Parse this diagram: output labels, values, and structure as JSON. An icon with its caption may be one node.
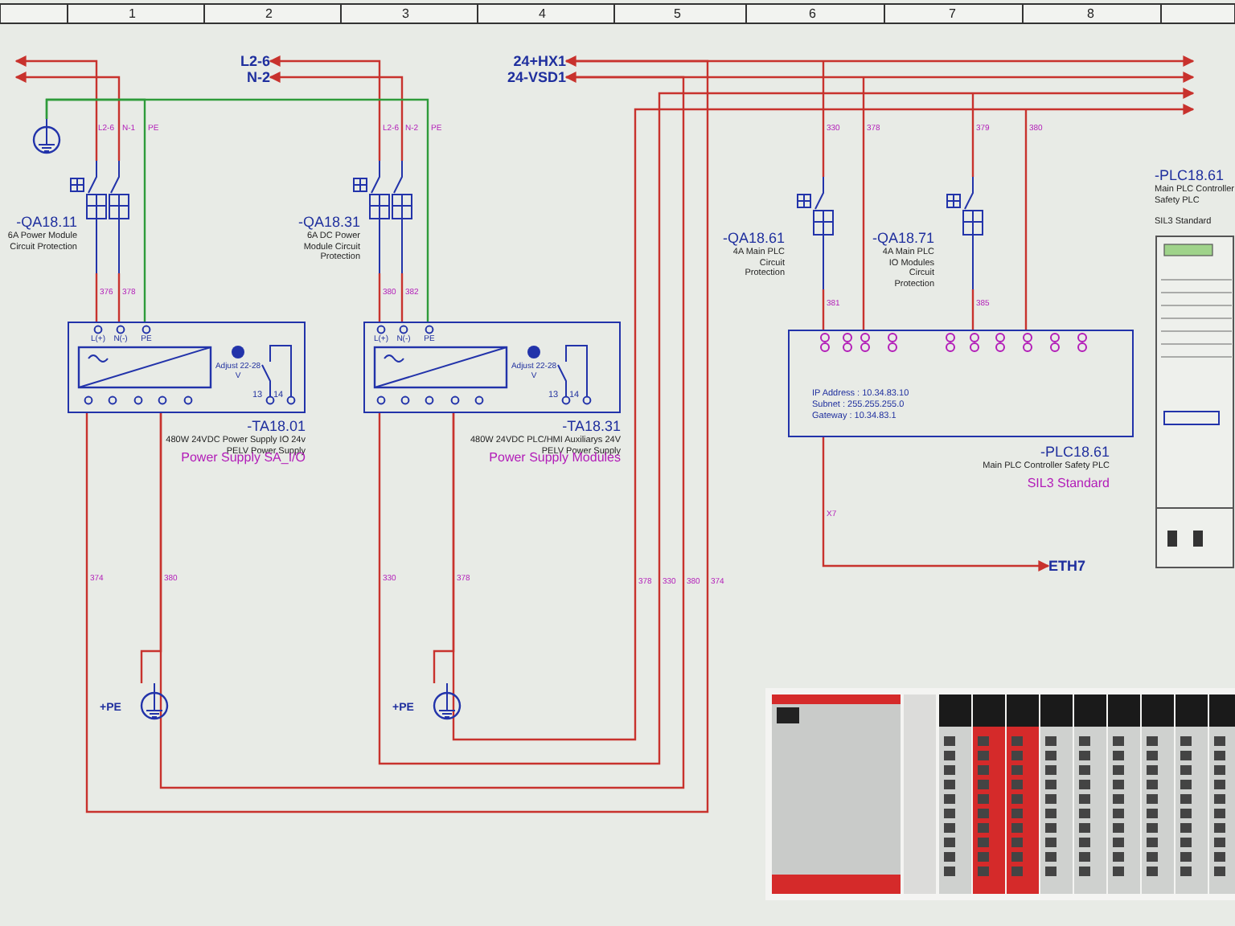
{
  "diagram": {
    "nodes": [
      {
        "text": [
          "L2-6"
        ]
      },
      {
        "text": [
          "N-2"
        ]
      },
      {
        "text": [],
        "shape": "circle"
      },
      {
        "text": [
          "-QA18.11",
          "6A Power Module Circuit Protection"
        ]
      },
      {
        "text": [
          "L(+)",
          "N(-)",
          "PE",
          "Adjust 22-28 V",
          "13",
          "14"
        ],
        "beside": [
          "-TA18.01",
          "480W 24VDC Power Supply IO 24v PELV Power Supply",
          "Power Supply SA_I/O"
        ]
      },
      {
        "text": [
          "-QA18.31",
          "6A DC Power Module Circuit Protection"
        ]
      },
      {
        "text": [
          "L(+)",
          "N(-)",
          "PE",
          "Adjust 22-28 V",
          "13",
          "14"
        ],
        "beside": [
          "-TA18.31",
          "480W 24VDC PLC/HMI Auxiliarys 24V PELV Power Supply",
          "Power Supply Modules"
        ]
      },
      {
        "text": [
          "24+HX1"
        ]
      },
      {
        "text": [
          "24-VSD1"
        ]
      },
      {
        "text": [
          "-QA18.61",
          "4A Main PLC Circuit Protection"
        ]
      },
      {
        "text": [
          "-QA18.71",
          "4A Main PLC IO Modules Circuit Protection"
        ]
      },
      {
        "text": [
          "IP Address : 10.34.83.10",
          "Subnet : 255.255.255.0",
          "Gateway : 10.34.83.1"
        ],
        "beside": [
          "-PLC18.61",
          "Main PLC Controller Safety PLC",
          "SIL3 Standard"
        ]
      },
      {
        "text": [
          "ETH7"
        ]
      },
      {
        "text": [
          "-PLC18.61",
          "Main PLC Controller Safety PLC",
          "SIL3 Standard"
        ]
      },
      {
        "text": [
          "+PE"
        ]
      },
      {
        "text": [
          "+PE"
        ]
      },
      {
        "text": [],
        "shape": "picture"
      }
    ],
    "edges": [
      {
        "from": 3,
        "to": null,
        "arrow": "to",
        "label": "L2-6"
      },
      {
        "from": 3,
        "to": null,
        "arrow": "to",
        "label": "N-1"
      },
      {
        "from": 2,
        "to": 4,
        "arrow": "none",
        "label": "PE",
        "color": "#2e9b3a"
      },
      {
        "from": 5,
        "to": 0,
        "arrow": "to",
        "label": "L2-6"
      },
      {
        "from": 5,
        "to": 1,
        "arrow": "to",
        "label": "N-2"
      },
      {
        "from": 2,
        "to": 6,
        "arrow": "none",
        "label": "PE",
        "color": "#2e9b3a"
      },
      {
        "from": 3,
        "to": 4,
        "arrow": "none",
        "label": "376"
      },
      {
        "from": 3,
        "to": 4,
        "arrow": "none",
        "label": "378"
      },
      {
        "from": 5,
        "to": 6,
        "arrow": "none",
        "label": "380"
      },
      {
        "from": 5,
        "to": 6,
        "arrow": "none",
        "label": "382"
      },
      {
        "from": 4,
        "to": 7,
        "arrow": "to",
        "label": "374"
      },
      {
        "from": 4,
        "to": 8,
        "arrow": "to",
        "label": "380"
      },
      {
        "from": 6,
        "to": null,
        "arrow": "to",
        "label": "330"
      },
      {
        "from": 6,
        "to": null,
        "arrow": "to",
        "label": "378"
      },
      {
        "from": 7,
        "to": null,
        "arrow": "to"
      },
      {
        "from": 8,
        "to": null,
        "arrow": "to"
      },
      {
        "from": null,
        "to": 9,
        "arrow": "none",
        "label": "330"
      },
      {
        "from": null,
        "to": 11,
        "arrow": "none",
        "label": "378"
      },
      {
        "from": null,
        "to": 10,
        "arrow": "none",
        "label": "379"
      },
      {
        "from": null,
        "to": 11,
        "arrow": "none",
        "label": "380"
      },
      {
        "from": 9,
        "to": 11,
        "arrow": "none",
        "label": "381"
      },
      {
        "from": 10,
        "to": 11,
        "arrow": "none",
        "label": "385"
      },
      {
        "from": 11,
        "to": 12,
        "arrow": "to",
        "label": "X7"
      },
      {
        "from": 4,
        "to": 14,
        "arrow": "none"
      },
      {
        "from": 6,
        "to": 15,
        "arrow": "none"
      }
    ],
    "labels": [
      "1",
      "2",
      "3",
      "4",
      "5",
      "6",
      "7",
      "8",
      "378",
      "330",
      "380",
      "374"
    ]
  }
}
